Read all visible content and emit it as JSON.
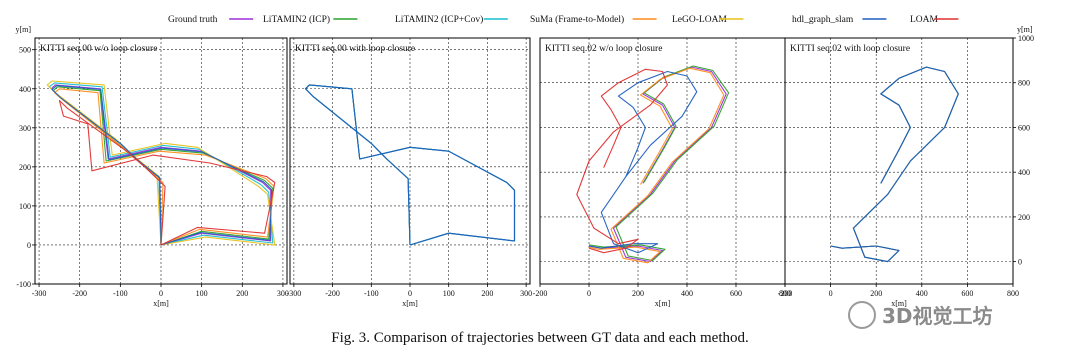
{
  "figure": {
    "caption": "Fig. 3.   Comparison of trajectories between GT data and each method.",
    "watermark": "3D视觉工坊"
  },
  "colors": {
    "Ground truth": "#9b30d9",
    "LiTAMIN2 (ICP)": "#2ca02c",
    "LiTAMIN2 (ICP+Cov)": "#17becf",
    "SuMa (Frame-to-Model)": "#ff8c1a",
    "LeGO-LOAM": "#e8c21a",
    "hdl_graph_slam": "#1f5fbf",
    "LOAM": "#e03030"
  },
  "chart_data": [
    {
      "type": "line",
      "title": "KITTI seq.00 w/o loop closure",
      "xlabel": "x[m]",
      "ylabel": "y[m]",
      "xlim": [
        -310,
        310
      ],
      "ylim": [
        -100,
        530
      ],
      "xticks": [
        -300,
        -200,
        -100,
        0,
        100,
        200,
        300
      ],
      "yticks": [
        -100,
        0,
        100,
        200,
        300,
        400,
        500
      ],
      "legend": [
        "Ground truth",
        "LiTAMIN2 (ICP)",
        "LiTAMIN2 (ICP+Cov)",
        "SuMa (Frame-to-Model)",
        "LeGO-LOAM",
        "hdl_graph_slam",
        "LOAM"
      ],
      "series": [
        {
          "name": "Ground truth",
          "x": [
            0,
            -5,
            -60,
            -100,
            -250,
            -270,
            -260,
            -150,
            -130,
            0,
            100,
            250,
            270,
            270,
            100,
            0
          ],
          "y": [
            0,
            170,
            220,
            260,
            380,
            400,
            410,
            400,
            220,
            250,
            240,
            160,
            140,
            10,
            30,
            0
          ]
        },
        {
          "name": "LiTAMIN2 (ICP)",
          "x": [
            0,
            -5,
            -55,
            -100,
            -245,
            -265,
            -255,
            -150,
            -135,
            0,
            105,
            255,
            275,
            265,
            100,
            0
          ],
          "y": [
            0,
            175,
            215,
            255,
            375,
            395,
            405,
            395,
            215,
            245,
            235,
            165,
            145,
            15,
            35,
            0
          ]
        },
        {
          "name": "LiTAMIN2 (ICP+Cov)",
          "x": [
            0,
            -5,
            -65,
            -105,
            -255,
            -275,
            -262,
            -145,
            -125,
            5,
            95,
            245,
            265,
            275,
            105,
            0
          ],
          "y": [
            0,
            165,
            225,
            265,
            385,
            405,
            415,
            405,
            225,
            255,
            245,
            155,
            135,
            5,
            25,
            0
          ]
        },
        {
          "name": "SuMa (Frame-to-Model)",
          "x": [
            0,
            5,
            -50,
            -95,
            -240,
            -262,
            -250,
            -155,
            -140,
            -5,
            110,
            258,
            278,
            262,
            95,
            0
          ],
          "y": [
            0,
            160,
            210,
            250,
            370,
            390,
            400,
            390,
            210,
            240,
            230,
            170,
            150,
            20,
            40,
            0
          ]
        },
        {
          "name": "LeGO-LOAM",
          "x": [
            0,
            -10,
            -70,
            -110,
            -260,
            -280,
            -268,
            -140,
            -120,
            10,
            90,
            240,
            262,
            280,
            110,
            0
          ],
          "y": [
            0,
            180,
            230,
            270,
            390,
            410,
            420,
            410,
            230,
            260,
            250,
            150,
            130,
            0,
            20,
            0
          ]
        },
        {
          "name": "hdl_graph_slam",
          "x": [
            0,
            -3,
            -58,
            -98,
            -248,
            -268,
            -257,
            -148,
            -128,
            2,
            102,
            252,
            272,
            268,
            98,
            0
          ],
          "y": [
            0,
            172,
            218,
            258,
            378,
            398,
            408,
            398,
            218,
            248,
            238,
            162,
            142,
            12,
            32,
            0
          ]
        },
        {
          "name": "LOAM",
          "x": [
            0,
            10,
            -40,
            -85,
            -230,
            -250,
            -240,
            -180,
            -170,
            -20,
            120,
            260,
            280,
            255,
            90,
            0
          ],
          "y": [
            0,
            150,
            200,
            240,
            350,
            370,
            330,
            310,
            190,
            230,
            210,
            175,
            160,
            30,
            45,
            0
          ]
        }
      ]
    },
    {
      "type": "line",
      "title": "KITTI seq.00 with loop closure",
      "xlabel": "x[m]",
      "xlim": [
        -310,
        310
      ],
      "ylim": [
        -100,
        530
      ],
      "xticks": [
        -300,
        -200,
        -100,
        0,
        100,
        200,
        300
      ],
      "series": [
        {
          "name": "Ground truth",
          "x": [
            0,
            -5,
            -60,
            -100,
            -250,
            -270,
            -260,
            -150,
            -130,
            0,
            100,
            250,
            270,
            270,
            100,
            0
          ],
          "y": [
            0,
            170,
            220,
            260,
            380,
            400,
            410,
            400,
            220,
            250,
            240,
            160,
            140,
            10,
            30,
            0
          ]
        },
        {
          "name": "LiTAMIN2 (ICP)",
          "x": [
            0,
            -5,
            -60,
            -100,
            -250,
            -270,
            -260,
            -150,
            -130,
            0,
            100,
            250,
            270,
            270,
            100,
            0
          ],
          "y": [
            0,
            170,
            220,
            260,
            380,
            400,
            410,
            400,
            220,
            250,
            240,
            160,
            140,
            10,
            30,
            0
          ]
        },
        {
          "name": "LiTAMIN2 (ICP+Cov)",
          "x": [
            0,
            -5,
            -60,
            -100,
            -250,
            -270,
            -260,
            -150,
            -130,
            0,
            100,
            250,
            270,
            270,
            100,
            0
          ],
          "y": [
            0,
            170,
            220,
            260,
            380,
            400,
            410,
            400,
            220,
            250,
            240,
            160,
            140,
            10,
            30,
            0
          ]
        },
        {
          "name": "hdl_graph_slam",
          "x": [
            0,
            -5,
            -60,
            -100,
            -250,
            -270,
            -260,
            -150,
            -130,
            0,
            100,
            250,
            270,
            270,
            100,
            0
          ],
          "y": [
            0,
            170,
            220,
            260,
            380,
            400,
            410,
            400,
            220,
            250,
            240,
            160,
            140,
            10,
            30,
            0
          ]
        }
      ]
    },
    {
      "type": "line",
      "title": "KITTI seq.02 w/o loop closure",
      "xlabel": "x[m]",
      "xlim": [
        -200,
        800
      ],
      "ylim": [
        -100,
        1000
      ],
      "xticks": [
        -200,
        0,
        200,
        400,
        600,
        800
      ],
      "series": [
        {
          "name": "Ground truth",
          "x": [
            0,
            50,
            200,
            300,
            250,
            150,
            100,
            250,
            350,
            500,
            560,
            500,
            420,
            300,
            220,
            300,
            350,
            300,
            220
          ],
          "y": [
            70,
            60,
            70,
            50,
            0,
            20,
            150,
            300,
            450,
            600,
            750,
            850,
            870,
            820,
            750,
            700,
            600,
            500,
            350
          ]
        },
        {
          "name": "LiTAMIN2 (ICP)",
          "x": [
            0,
            60,
            210,
            310,
            260,
            160,
            110,
            260,
            360,
            510,
            570,
            505,
            425,
            305,
            225,
            305,
            355,
            305,
            225
          ],
          "y": [
            75,
            65,
            75,
            55,
            5,
            25,
            155,
            305,
            455,
            605,
            755,
            855,
            875,
            825,
            755,
            705,
            605,
            505,
            355
          ]
        },
        {
          "name": "SuMa (Frame-to-Model)",
          "x": [
            0,
            40,
            190,
            290,
            240,
            140,
            90,
            240,
            340,
            490,
            550,
            495,
            410,
            290,
            210,
            290,
            340,
            290,
            210
          ],
          "y": [
            65,
            55,
            65,
            45,
            -5,
            15,
            145,
            295,
            445,
            595,
            745,
            845,
            865,
            815,
            745,
            695,
            595,
            495,
            345
          ]
        },
        {
          "name": "hdl_graph_slam",
          "x": [
            0,
            50,
            180,
            280,
            200,
            100,
            50,
            150,
            250,
            380,
            440,
            400,
            320,
            200,
            120,
            180,
            230,
            200,
            150
          ],
          "y": [
            70,
            60,
            80,
            80,
            40,
            80,
            220,
            380,
            520,
            650,
            760,
            830,
            850,
            800,
            740,
            690,
            600,
            510,
            380
          ]
        },
        {
          "name": "LOAM",
          "x": [
            0,
            60,
            150,
            200,
            120,
            20,
            -50,
            0,
            100,
            250,
            320,
            300,
            230,
            120,
            50,
            90,
            130,
            100,
            60
          ],
          "y": [
            60,
            40,
            60,
            100,
            80,
            150,
            300,
            450,
            580,
            700,
            790,
            850,
            860,
            800,
            740,
            680,
            600,
            520,
            420
          ]
        }
      ]
    },
    {
      "type": "line",
      "title": "KITTI seq.02 with loop closure",
      "xlabel": "x[m]",
      "ylabel": "y[m]",
      "xlim": [
        -200,
        800
      ],
      "ylim": [
        -100,
        1000
      ],
      "xticks": [
        -200,
        0,
        200,
        400,
        600,
        800
      ],
      "yticks": [
        0,
        200,
        400,
        600,
        800,
        1000
      ],
      "series": [
        {
          "name": "Ground truth",
          "x": [
            0,
            50,
            200,
            300,
            250,
            150,
            100,
            250,
            350,
            500,
            560,
            500,
            420,
            300,
            220,
            300,
            350,
            300,
            220
          ],
          "y": [
            70,
            60,
            70,
            50,
            0,
            20,
            150,
            300,
            450,
            600,
            750,
            850,
            870,
            820,
            750,
            700,
            600,
            500,
            350
          ]
        },
        {
          "name": "LiTAMIN2 (ICP)",
          "x": [
            0,
            50,
            200,
            300,
            250,
            150,
            100,
            250,
            350,
            500,
            560,
            500,
            420,
            300,
            220,
            300,
            350,
            300,
            220
          ],
          "y": [
            70,
            60,
            70,
            50,
            0,
            20,
            150,
            300,
            450,
            600,
            750,
            850,
            870,
            820,
            750,
            700,
            600,
            500,
            350
          ]
        },
        {
          "name": "hdl_graph_slam",
          "x": [
            0,
            50,
            200,
            300,
            250,
            150,
            100,
            250,
            350,
            500,
            560,
            500,
            420,
            300,
            220,
            300,
            350,
            300,
            220
          ],
          "y": [
            70,
            60,
            70,
            50,
            0,
            20,
            150,
            300,
            450,
            600,
            750,
            850,
            870,
            820,
            750,
            700,
            600,
            500,
            350
          ]
        }
      ]
    }
  ]
}
